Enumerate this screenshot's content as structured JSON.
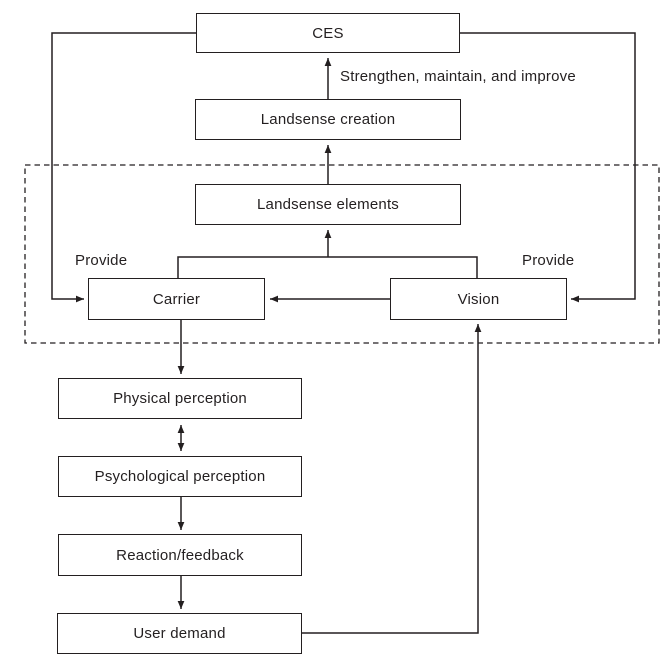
{
  "diagram": {
    "colors": {
      "line": "#231f20",
      "background": "#ffffff"
    },
    "nodes": [
      {
        "id": "ces",
        "label": "CES"
      },
      {
        "id": "landsense-creation",
        "label": "Landsense creation"
      },
      {
        "id": "landsense-elements",
        "label": "Landsense elements"
      },
      {
        "id": "carrier",
        "label": "Carrier"
      },
      {
        "id": "vision",
        "label": "Vision"
      },
      {
        "id": "physical-perception",
        "label": "Physical perception"
      },
      {
        "id": "psychological-perception",
        "label": "Psychological perception"
      },
      {
        "id": "reaction-feedback",
        "label": "Reaction/feedback"
      },
      {
        "id": "user-demand",
        "label": "User demand"
      }
    ],
    "edge_labels": {
      "strengthen": "Strengthen, maintain, and improve",
      "provide_left": "Provide",
      "provide_right": "Provide"
    }
  }
}
